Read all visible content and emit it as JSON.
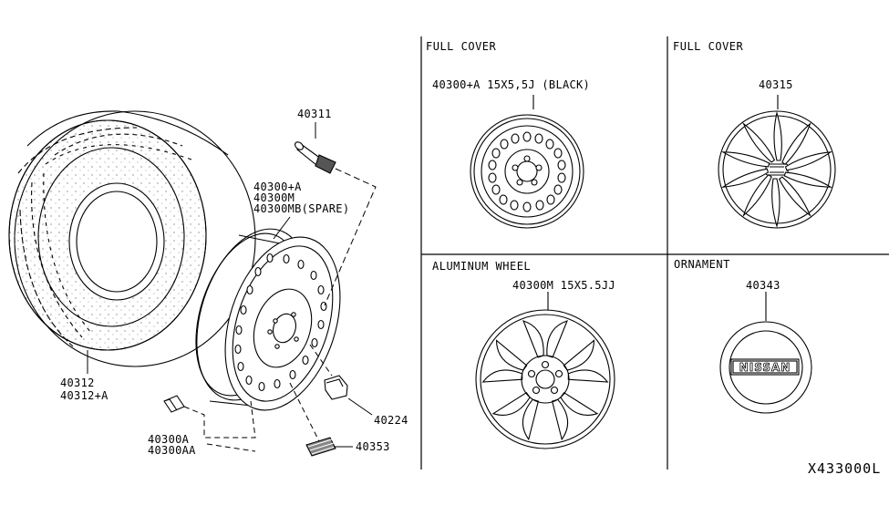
{
  "diagram_code": "X433000L",
  "left_parts": {
    "valve_stem": "40311",
    "tire": [
      "40312",
      "40312+A"
    ],
    "wheel": [
      "40300+A",
      "40300M",
      "40300MB(SPARE)"
    ],
    "weight_clip": [
      "40300A",
      "40300AA"
    ],
    "nut": "40224",
    "balance_weight": "40353"
  },
  "panels": [
    {
      "header": "FULL COVER",
      "part_line": "40300+A 15X5,5J (BLACK)"
    },
    {
      "header": "FULL COVER",
      "part_line": "40315"
    },
    {
      "header": "ALUMINUM WHEEL",
      "part_line": "40300M 15X5.5JJ"
    },
    {
      "header": "ORNAMENT",
      "part_line": "40343",
      "emblem_text": "NISSAN"
    }
  ]
}
